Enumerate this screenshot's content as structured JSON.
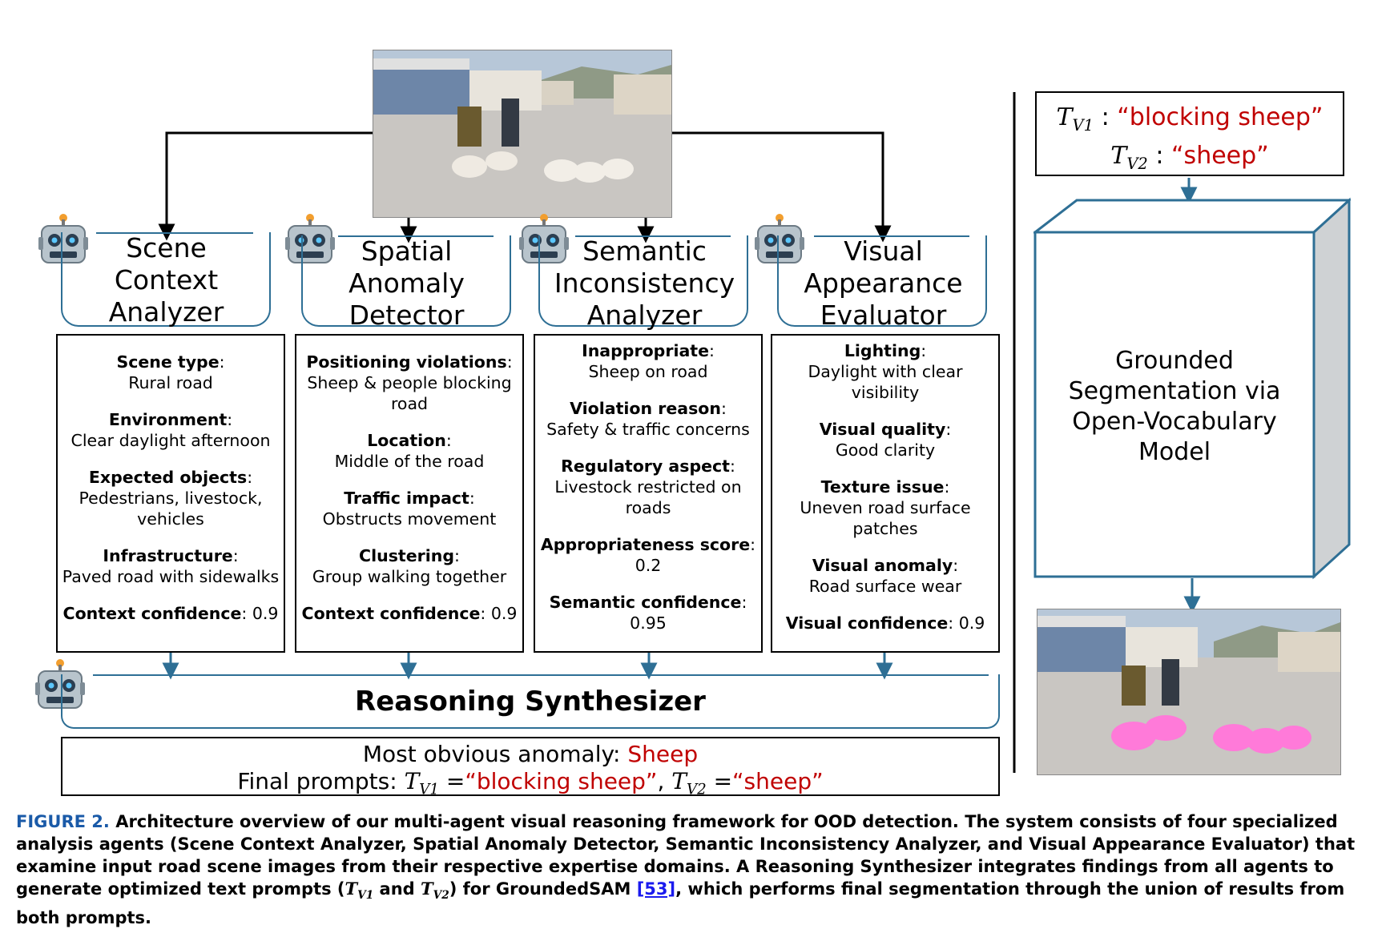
{
  "agents": [
    {
      "name": "Scene\nContext\nAnalyzer",
      "items": [
        {
          "key": "Scene type",
          "value": "Rural road"
        },
        {
          "key": "Environment",
          "value": "Clear daylight afternoon"
        },
        {
          "key": "Expected objects",
          "value": "Pedestrians, livestock, vehicles"
        },
        {
          "key": "Infrastructure",
          "value": "Paved road with sidewalks"
        },
        {
          "key": "Context confidence",
          "value": "0.9",
          "inline": true
        }
      ]
    },
    {
      "name": "Spatial\nAnomaly\nDetector",
      "items": [
        {
          "key": "Positioning violations",
          "value": "Sheep & people blocking road"
        },
        {
          "key": "Location",
          "value": "Middle of the road"
        },
        {
          "key": "Traffic impact",
          "value": "Obstructs movement"
        },
        {
          "key": "Clustering",
          "value": "Group walking together"
        },
        {
          "key": "Context confidence",
          "value": "0.9",
          "inline": true
        }
      ]
    },
    {
      "name": "Semantic\nInconsistency\nAnalyzer",
      "items": [
        {
          "key": "Inappropriate",
          "value": "Sheep on road"
        },
        {
          "key": "Violation reason",
          "value": "Safety & traffic concerns"
        },
        {
          "key": "Regulatory aspect",
          "value": "Livestock restricted on roads"
        },
        {
          "key": "Appropriateness score",
          "value": "0.2"
        },
        {
          "key": "Semantic confidence",
          "value": "0.95"
        }
      ]
    },
    {
      "name": "Visual\nAppearance\nEvaluator",
      "items": [
        {
          "key": "Lighting",
          "value": "Daylight with clear visibility"
        },
        {
          "key": "Visual quality",
          "value": "Good clarity"
        },
        {
          "key": "Texture issue",
          "value": "Uneven road surface patches"
        },
        {
          "key": "Visual anomaly",
          "value": "Road surface wear"
        },
        {
          "key": "Visual confidence",
          "value": "0.9",
          "inline": true
        }
      ]
    }
  ],
  "synthesizer": {
    "title": "Reasoning Synthesizer"
  },
  "final": {
    "anomaly_label": "Most obvious anomaly",
    "anomaly_value": "Sheep",
    "prompts_label": "Final prompts",
    "tv1_symbol": "T",
    "tv1_sub": "V1",
    "tv1_value": "“blocking sheep”",
    "tv2_symbol": "T",
    "tv2_sub": "V2",
    "tv2_value": "“sheep”",
    "eq": "=",
    "comma": ","
  },
  "right": {
    "prompt1_value": "“blocking sheep”",
    "prompt2_value": "“sheep”",
    "colon": ":",
    "model_text": "Grounded\nSegmentation via\nOpen-Vocabulary\nModel"
  },
  "caption": {
    "figure_label": "FIGURE 2.",
    "text_a": "Architecture overview of our multi-agent visual reasoning framework for OOD detection. The system consists of four specialized analysis agents (Scene Context Analyzer, Spatial Anomaly Detector, Semantic Inconsistency Analyzer, and Visual Appearance Evaluator) that examine input road scene images from their respective expertise domains. A Reasoning Synthesizer integrates findings from all agents to generate optimized text prompts (",
    "t1": "T",
    "t1_sub": "V1",
    "and": " and ",
    "t2": "T",
    "t2_sub": "V2",
    "text_b": ") for GroundedSAM ",
    "ref": "[53]",
    "text_c": ", which performs final segmentation through the union of results from both prompts."
  },
  "colors": {
    "accent": "#2e6f95",
    "highlight": "#c00000",
    "mask": "#ff7ad9",
    "figure_label": "#1a5aa8"
  }
}
